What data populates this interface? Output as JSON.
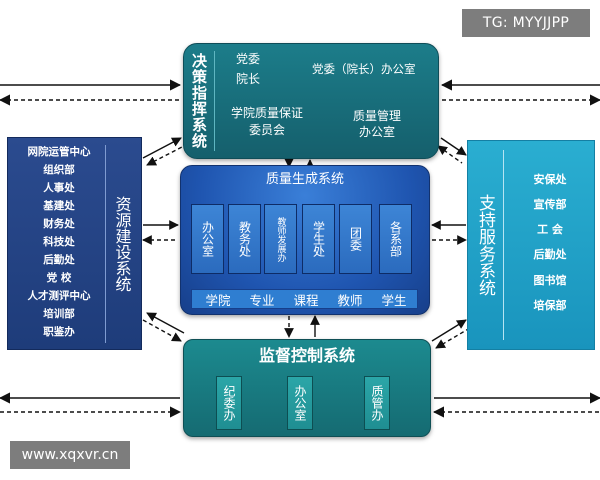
{
  "watermark_top": "TG: MYYJJPP",
  "watermark_bottom": "www.xqxvr.cn",
  "decision": {
    "title": "决策指挥系统",
    "party": "党委",
    "dean": "院长",
    "office": "党委（院长）办公室",
    "committee_line1": "学院质量保证",
    "committee_line2": "委员会",
    "qm_line1": "质量管理",
    "qm_line2": "办公室"
  },
  "support": {
    "title": "支持服务系统",
    "items": [
      "安保处",
      "宣传部",
      "工  会",
      "后勤处",
      "图书馆",
      "培保部"
    ]
  },
  "resource": {
    "title": "资源建设系统",
    "items": [
      "网院运管中心",
      "组织部",
      "人事处",
      "基建处",
      "财务处",
      "科技处",
      "后勤处",
      "党  校",
      "人才测评中心",
      "培训部",
      "职鉴办"
    ]
  },
  "generation": {
    "title": "质量生成系统",
    "units": [
      "办公室",
      "教务处",
      "教师发展办",
      "学生处",
      "团委",
      "各系部"
    ],
    "bottom": [
      "学院",
      "专业",
      "课程",
      "教师",
      "学生"
    ]
  },
  "supervision": {
    "title": "监督控制系统",
    "units": [
      "纪委办",
      "办公室",
      "质管办"
    ]
  }
}
